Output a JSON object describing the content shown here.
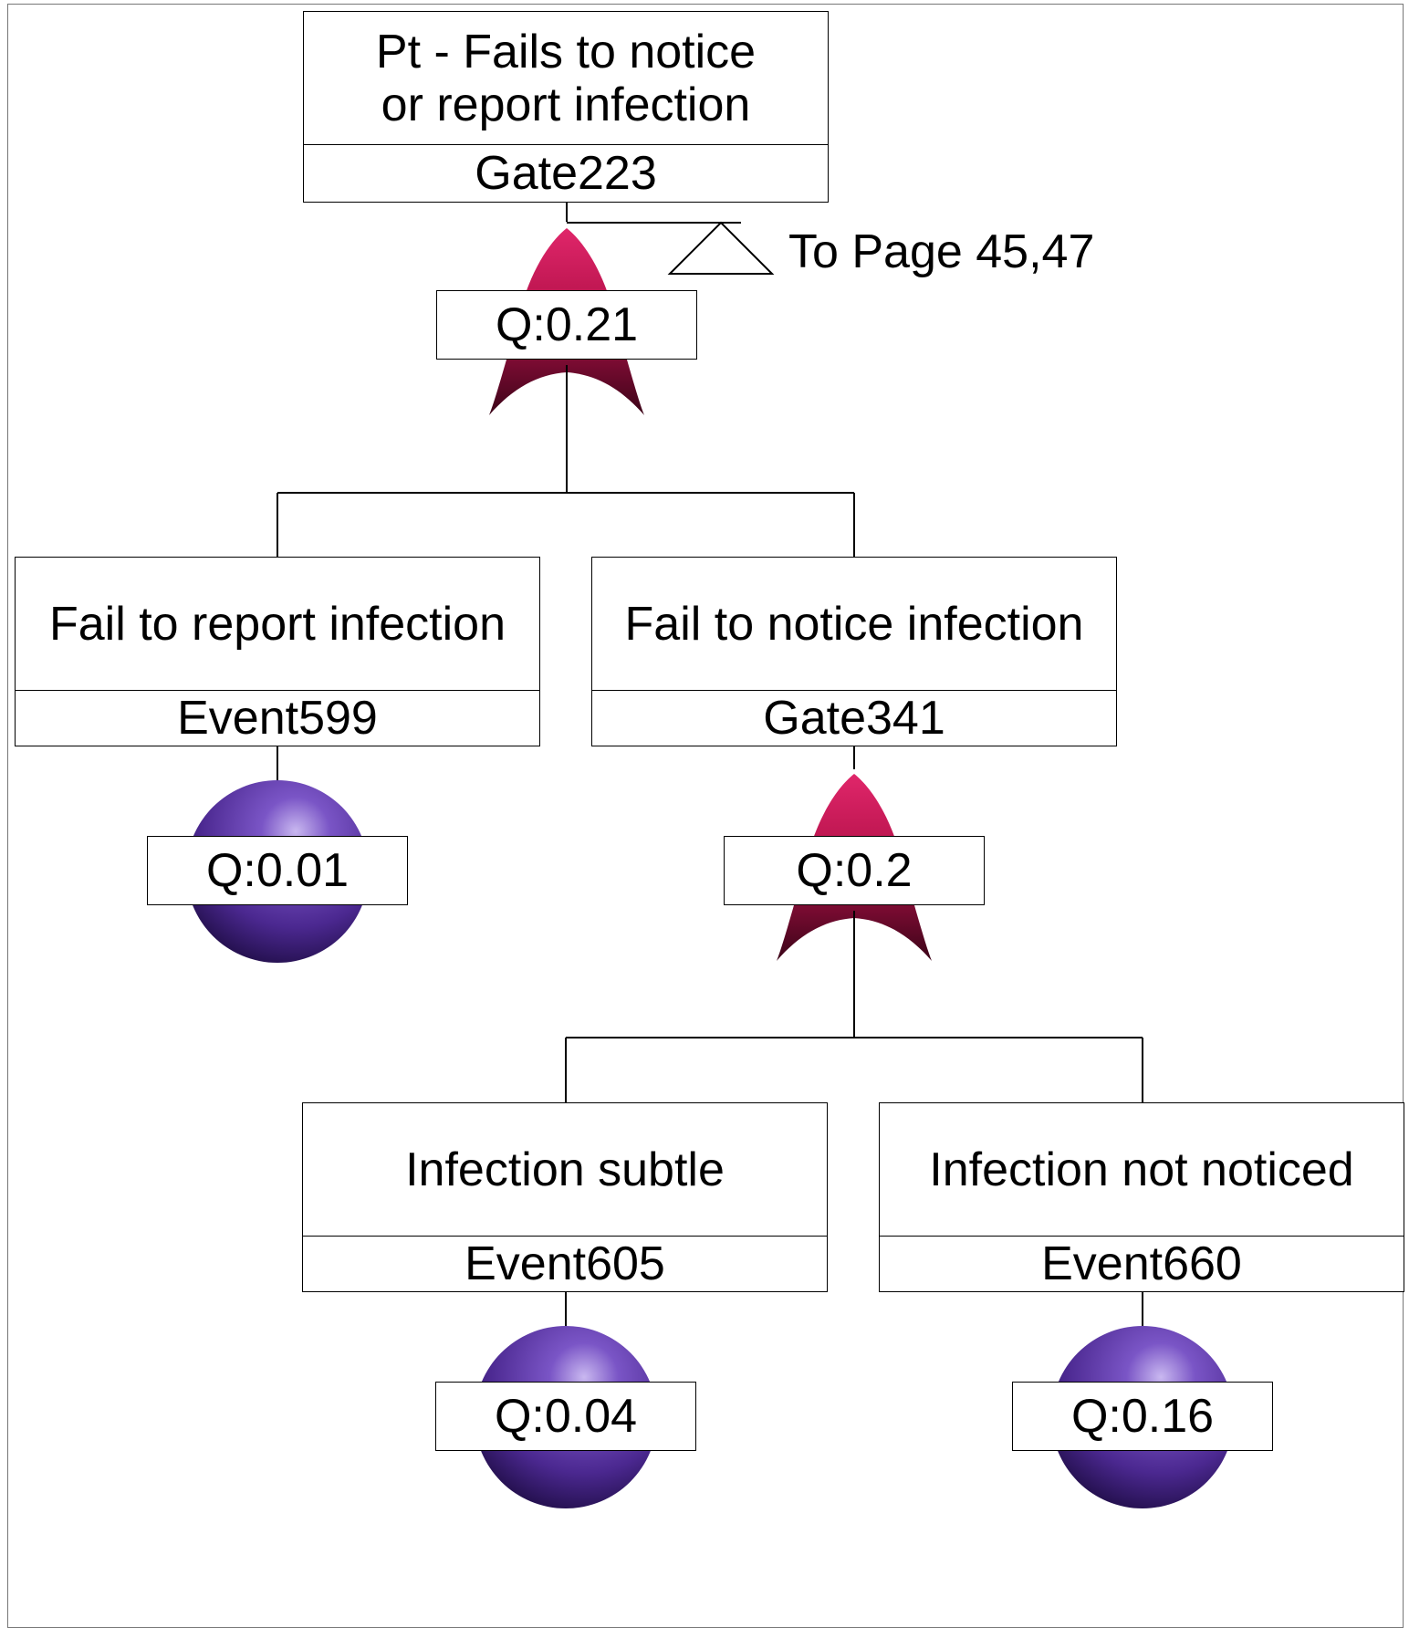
{
  "top_gate": {
    "title": "Pt - Fails to notice or report infection",
    "id": "Gate223",
    "q": "Q:0.21",
    "transfer_label": "To Page 45,47"
  },
  "gate_341": {
    "title": "Fail to notice infection",
    "id": "Gate341",
    "q": "Q:0.2"
  },
  "event_599": {
    "title": "Fail to report infection",
    "id": "Event599",
    "q": "Q:0.01"
  },
  "event_605": {
    "title": "Infection subtle",
    "id": "Event605",
    "q": "Q:0.04"
  },
  "event_660": {
    "title": "Infection not noticed",
    "id": "Event660",
    "q": "Q:0.16"
  },
  "colors": {
    "or_gate": "#c8134f",
    "basic_event": "#4e2a8e",
    "line": "#000000"
  },
  "icons": {
    "gate_symbol": "or-gate-icon",
    "event_symbol": "basic-event-circle-icon",
    "transfer_symbol": "transfer-triangle-icon"
  }
}
